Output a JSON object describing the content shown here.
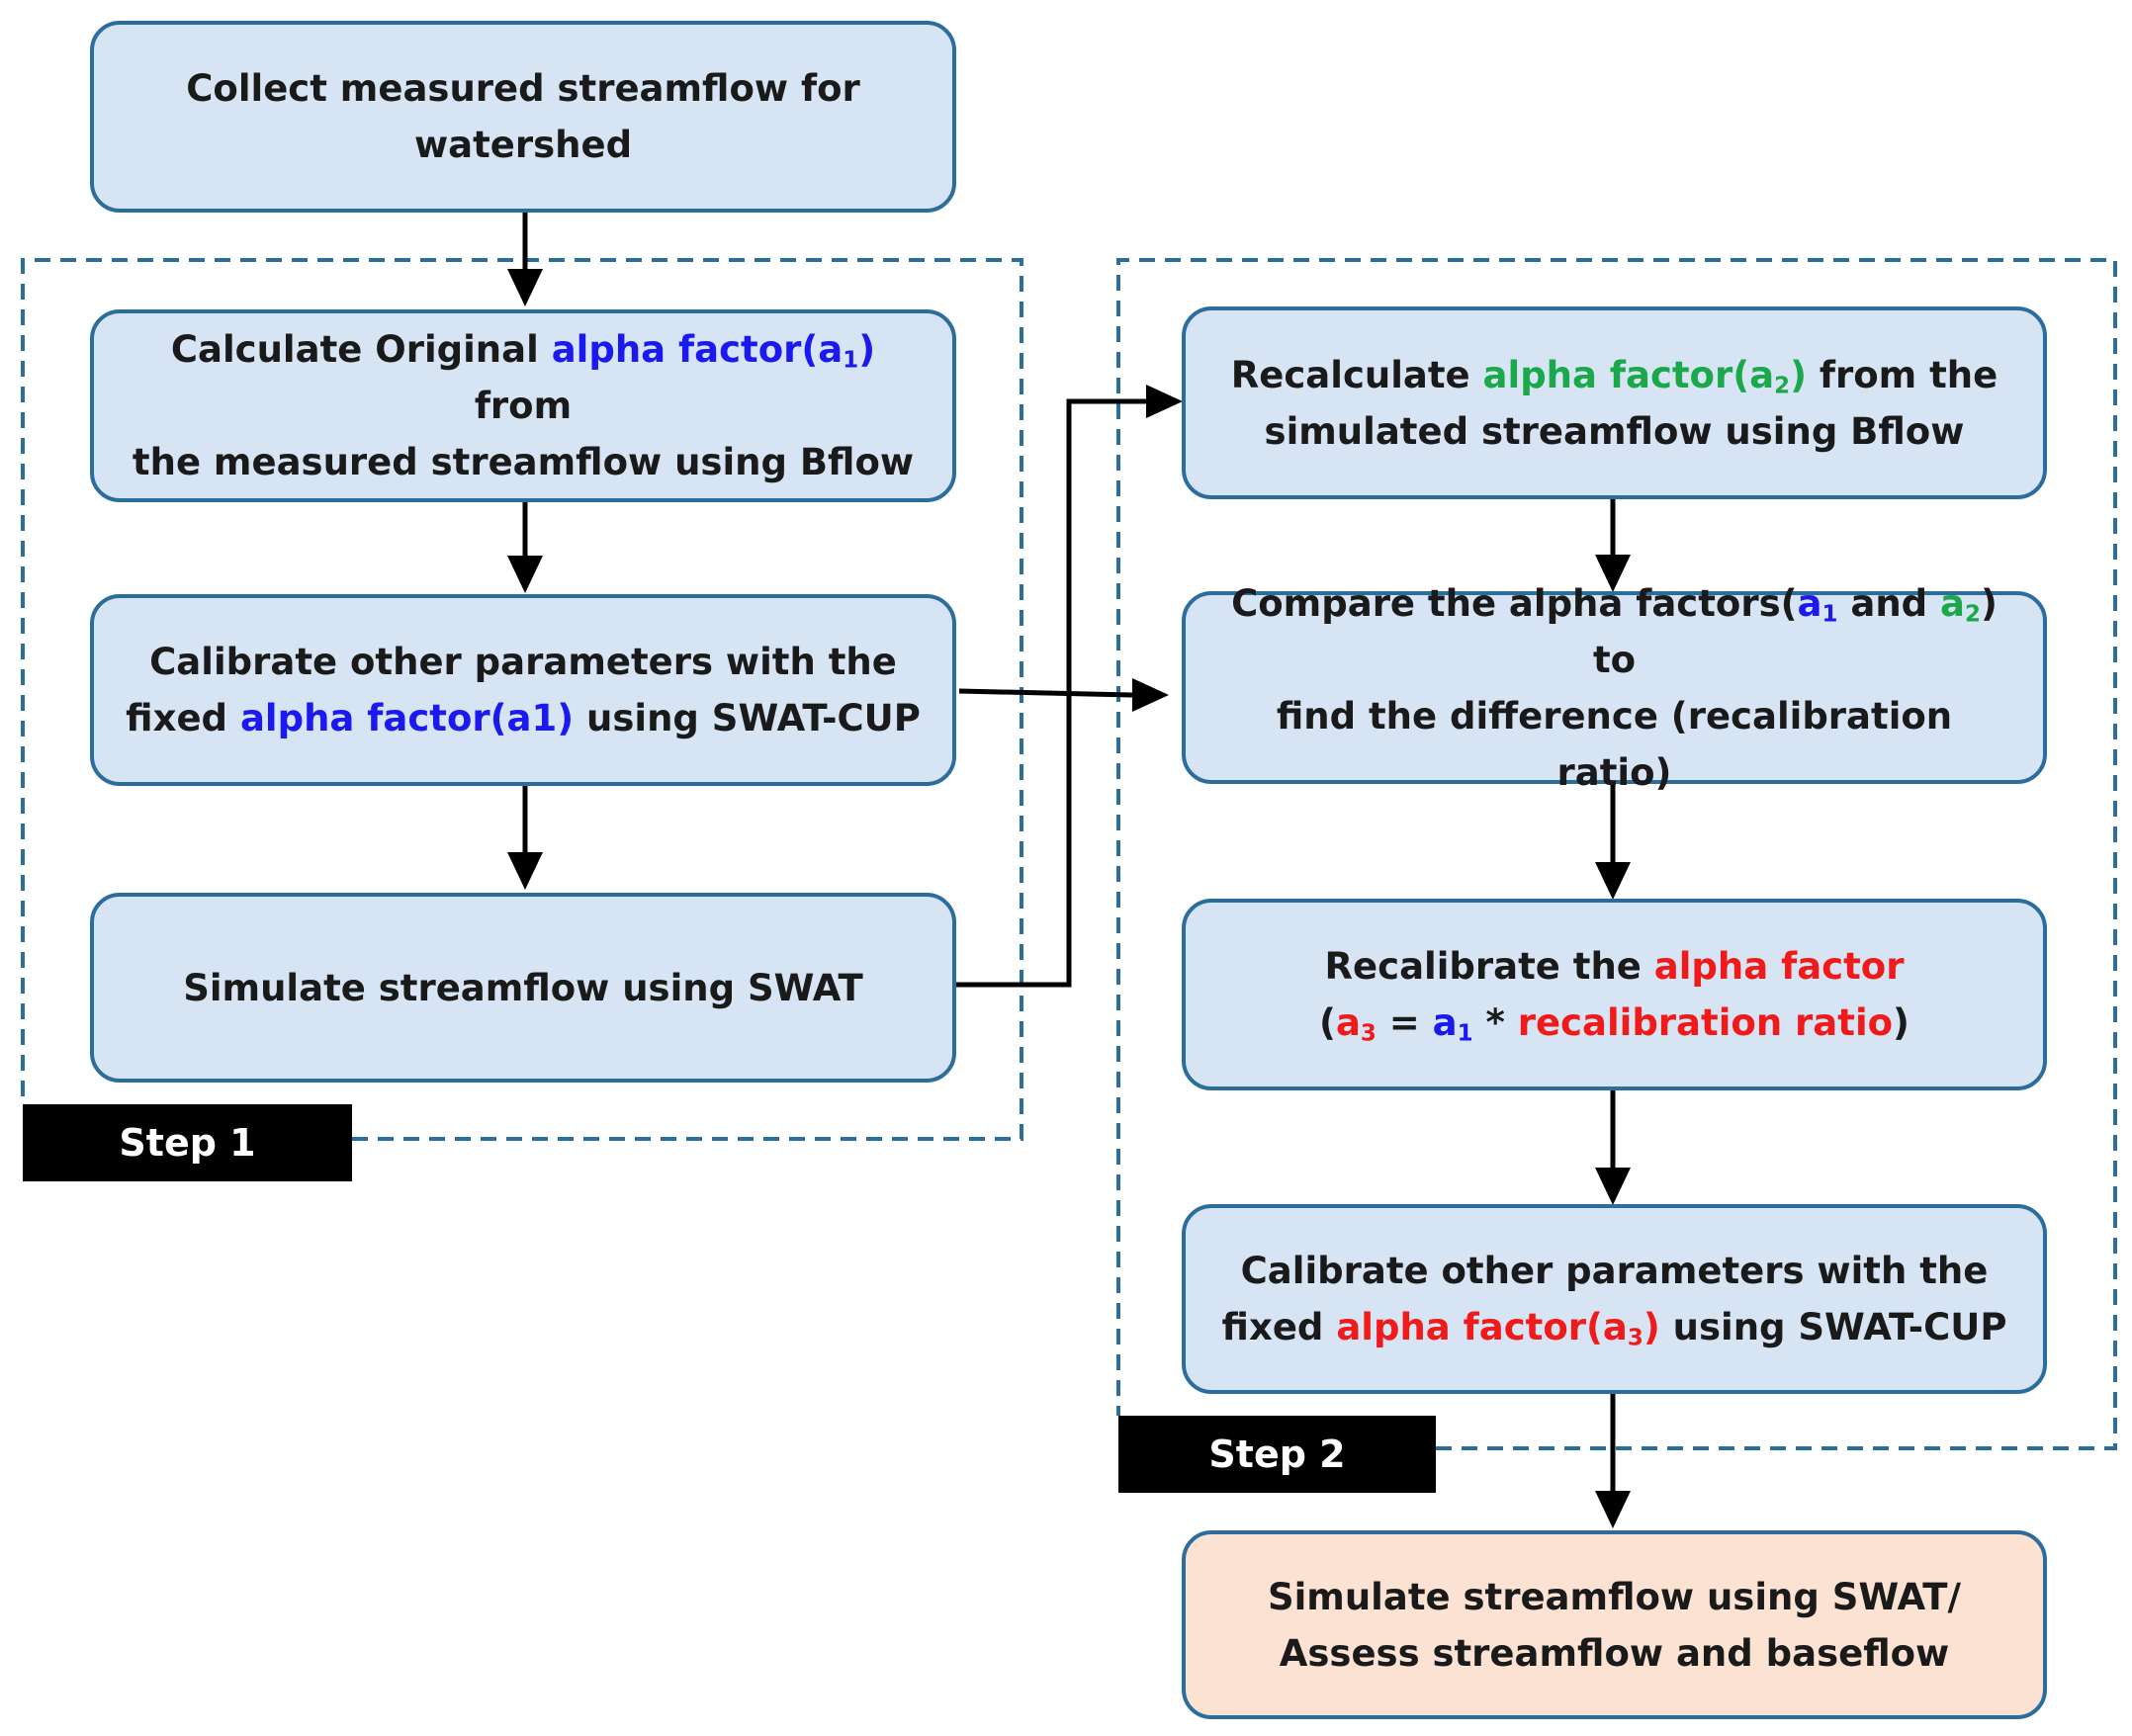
{
  "nodes": {
    "collect": {
      "line1": "Collect measured streamflow for",
      "line2": "watershed"
    },
    "calculate_original": {
      "prefix": "Calculate Original ",
      "alpha": "alpha factor(a",
      "sub": "1",
      "close": ")",
      "suffix": " from",
      "line2": "the measured streamflow using Bflow"
    },
    "calibrate_a1": {
      "line1": "Calibrate other parameters with the",
      "prefix": "fixed ",
      "alpha": "alpha factor(a1)",
      "suffix": " using SWAT-CUP"
    },
    "simulate_swat": {
      "text": "Simulate streamflow using SWAT"
    },
    "recalculate": {
      "prefix": "Recalculate ",
      "alpha": "alpha factor(a",
      "sub": "2",
      "close": ")",
      "suffix": " from the",
      "line2": "simulated streamflow using Bflow"
    },
    "compare": {
      "prefix": "Compare the alpha factors(",
      "a1": "a",
      "a1_sub": "1",
      "and": " and ",
      "a2": "a",
      "a2_sub": "2",
      "suffix": ") to",
      "line2": "find the difference (recalibration ratio)"
    },
    "recalibrate": {
      "prefix": "Recalibrate the ",
      "alpha": "alpha factor",
      "open": "(",
      "a3": "a",
      "a3_sub": "3",
      "eq": " = ",
      "a1": "a",
      "a1_sub": "1",
      "times": " * ",
      "ratio": "recalibration ratio",
      "close": ")"
    },
    "calibrate_a3": {
      "line1": "Calibrate other parameters with the",
      "prefix": "fixed ",
      "alpha": "alpha factor(a",
      "sub": "3",
      "close": ")",
      "suffix": " using SWAT-CUP"
    },
    "final": {
      "line1": "Simulate streamflow using SWAT/",
      "line2": "Assess streamflow and baseflow"
    }
  },
  "steps": {
    "step1": "Step 1",
    "step2": "Step 2"
  },
  "colors": {
    "box_fill": "#d7e4f3",
    "box_border": "#2b6d9c",
    "final_fill": "#fbe2d2",
    "dashed_border": "#2b6d9c",
    "blue_text": "#1a1af0",
    "green_text": "#1aa84a",
    "red_text": "#f01a1a",
    "step_label_bg": "#000000"
  }
}
